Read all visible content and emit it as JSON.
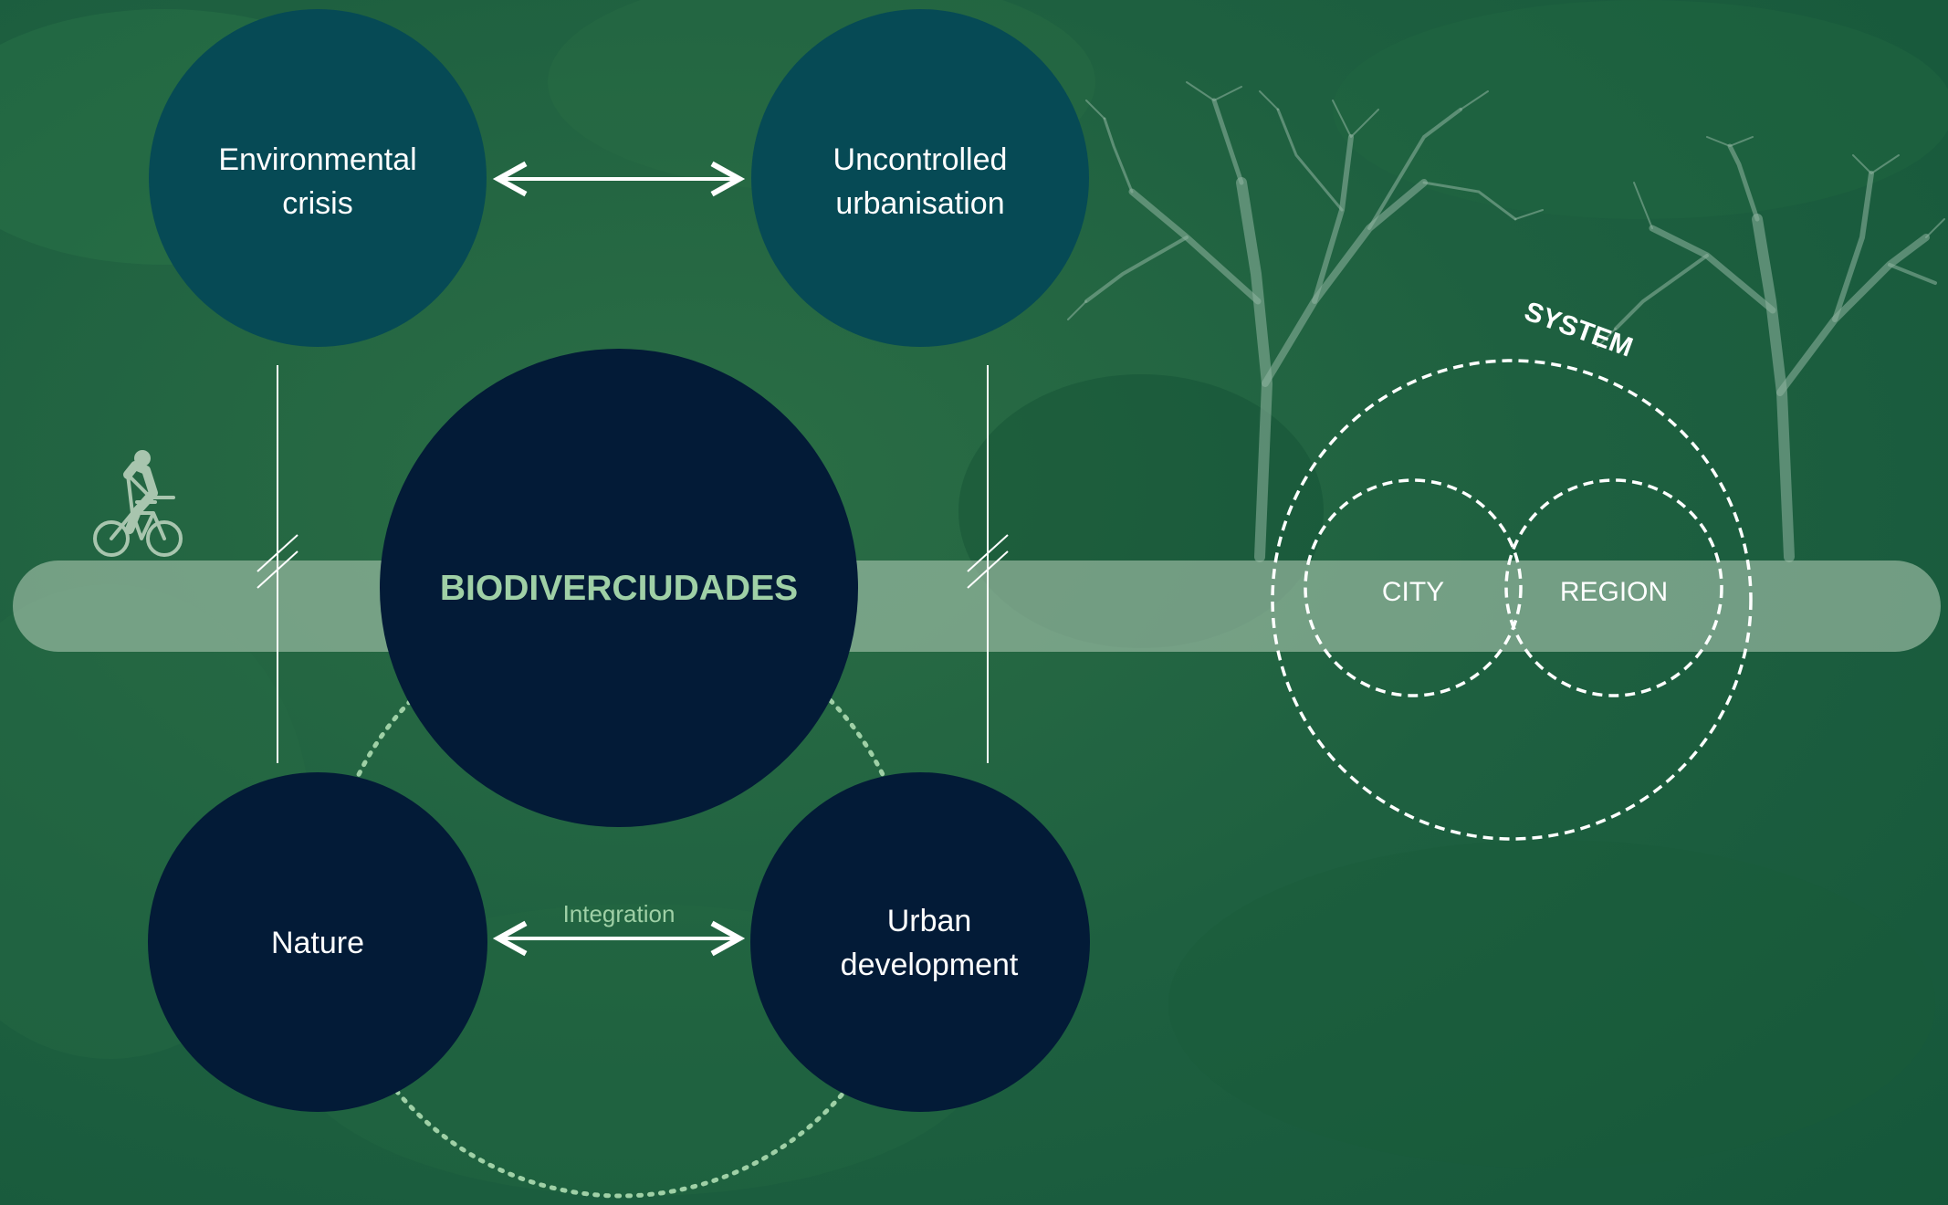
{
  "nodes": {
    "environmental_crisis": {
      "line1": "Environmental",
      "line2": "crisis"
    },
    "uncontrolled_urbanisation": {
      "line1": "Uncontrolled",
      "line2": "urbanisation"
    },
    "biodiverciudades": {
      "label": "BIODIVERCIUDADES"
    },
    "nature": {
      "label": "Nature"
    },
    "urban_development": {
      "line1": "Urban",
      "line2": "development"
    }
  },
  "integration_label": "Integration",
  "system": {
    "label": "SYSTEM",
    "city": "CITY",
    "region": "REGION"
  },
  "colors": {
    "background": "#1c5c3a",
    "teal_circle": "#064a55",
    "navy_circle": "#031b37",
    "band": "#a8c5ae",
    "accent_green": "#9fd0a6",
    "text": "#ffffff"
  }
}
